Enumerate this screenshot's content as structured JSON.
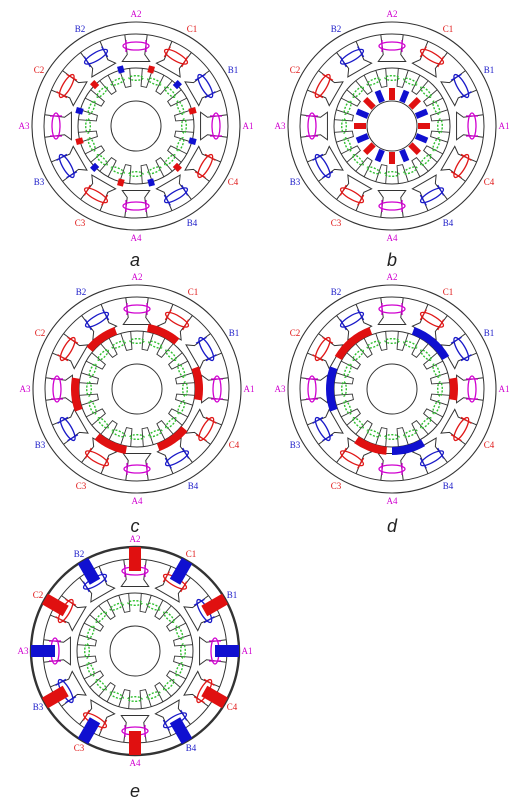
{
  "colors": {
    "phase_a": "#d000d0",
    "phase_b": "#1a1ac8",
    "phase_c": "#e01818",
    "field_coil": "#30c030",
    "magnet_red": "#e01010",
    "magnet_blue": "#1010d0",
    "outline": "#333333"
  },
  "coil_labels": {
    "A1": "A1",
    "A2": "A2",
    "A3": "A3",
    "A4": "A4",
    "B1": "B1",
    "B2": "B2",
    "B3": "B3",
    "B4": "B4",
    "C1": "C1",
    "C2": "C2",
    "C3": "C3",
    "C4": "C4"
  },
  "panels": [
    {
      "id": "a",
      "caption": "a",
      "magnet_type": "rotor-surface-segments"
    },
    {
      "id": "b",
      "caption": "b",
      "magnet_type": "rotor-spoke-magnets"
    },
    {
      "id": "c",
      "caption": "c",
      "magnet_type": "stator-arc-magnets-6"
    },
    {
      "id": "d",
      "caption": "d",
      "magnet_type": "stator-arc-magnets-4"
    },
    {
      "id": "e",
      "caption": "e",
      "magnet_type": "outer-stator-slot-magnets"
    }
  ]
}
